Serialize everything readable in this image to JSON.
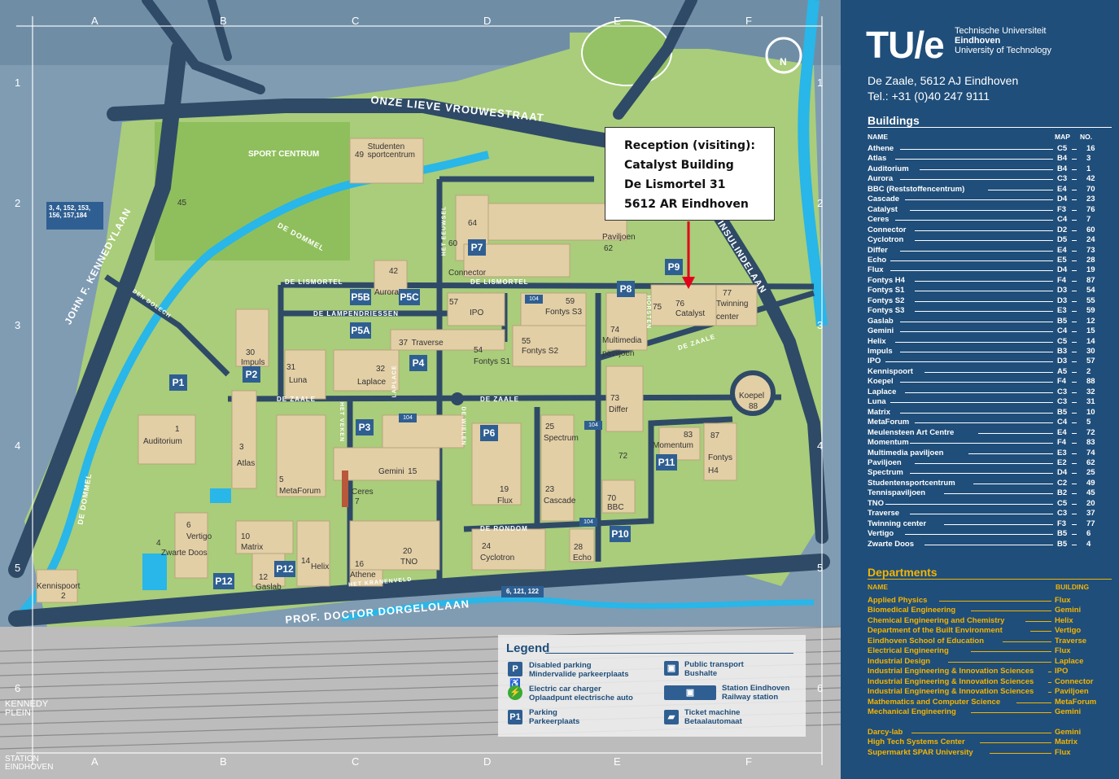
{
  "map": {
    "grid_letters": [
      "A",
      "B",
      "C",
      "D",
      "E",
      "F"
    ],
    "grid_numbers": [
      "1",
      "2",
      "3",
      "4",
      "5",
      "6"
    ],
    "north": "N",
    "streets": {
      "onze": "ONZE LIEVE VROUWESTRAAT",
      "kennedy": "JOHN F. KENNEDYLAAN",
      "dorgelo": "PROF. DOCTOR DORGELOLAAN",
      "insulinde": "INSULINDELAAN",
      "dommel1": "DE DOMMEL",
      "dommel2": "DE DOMMEL",
      "lismortel1": "DE LISMORTEL",
      "lismortel2": "DE LISMORTEL",
      "lampendriessen": "DE LAMPENDRIESSEN",
      "zaale1": "DE ZAALE",
      "zaale2": "DE ZAALE",
      "zaale3": "DE ZAALE",
      "rondom": "DE RONDOM",
      "dolech": "DEN DOLECH",
      "kranenveld": "HET KRANENVELD",
      "horsten": "HORSTEN",
      "eeuwsel": "HET EEUWSEL",
      "wielen": "DE WIELEN",
      "veken": "HET VEKEN",
      "laplace_st": "LAPLACE"
    },
    "sport": "SPORT CENTRUM",
    "kennedy_plein": "KENNEDY PLEIN",
    "station": "STATION EINDHOVEN",
    "bus_stops": {
      "left": "3, 4, 152, 153,",
      "left2": "156, 157,184",
      "bottom": "6, 121, 122",
      "s104a": "104",
      "s104b": "104",
      "s104c": "104",
      "s104d": "104"
    },
    "parkings": [
      "P1",
      "P2",
      "P3",
      "P4",
      "P5A",
      "P5B",
      "P5C",
      "P6",
      "P7",
      "P8",
      "P9",
      "P10",
      "P11",
      "P12",
      "P12"
    ],
    "buildings": [
      {
        "num": "49",
        "name": "Studenten sportcentrum"
      },
      {
        "num": "45",
        "name": ""
      },
      {
        "num": "64",
        "name": ""
      },
      {
        "num": "60",
        "name": "Connector"
      },
      {
        "num": "62",
        "name": "Paviljoen"
      },
      {
        "num": "42",
        "name": "Aurora"
      },
      {
        "num": "57",
        "name": "IPO"
      },
      {
        "num": "59",
        "name": "Fontys S3"
      },
      {
        "num": "30",
        "name": "Impuls"
      },
      {
        "num": "31",
        "name": "Luna"
      },
      {
        "num": "32",
        "name": "Laplace"
      },
      {
        "num": "37",
        "name": "Traverse"
      },
      {
        "num": "54",
        "name": "Fontys S1"
      },
      {
        "num": "55",
        "name": "Fontys S2"
      },
      {
        "num": "74",
        "name": "Multimedia paviljoen"
      },
      {
        "num": "75",
        "name": ""
      },
      {
        "num": "76",
        "name": "Catalyst"
      },
      {
        "num": "77",
        "name": "Twinning center"
      },
      {
        "num": "73",
        "name": "Differ"
      },
      {
        "num": "88",
        "name": "Koepel"
      },
      {
        "num": "83",
        "name": "Momentum"
      },
      {
        "num": "87",
        "name": "Fontys H4"
      },
      {
        "num": "1",
        "name": "Auditorium"
      },
      {
        "num": "3",
        "name": "Atlas"
      },
      {
        "num": "5",
        "name": "MetaForum"
      },
      {
        "num": "7",
        "name": "Ceres"
      },
      {
        "num": "15",
        "name": "Gemini"
      },
      {
        "num": "19",
        "name": "Flux"
      },
      {
        "num": "25",
        "name": "Spectrum"
      },
      {
        "num": "23",
        "name": "Cascade"
      },
      {
        "num": "72",
        "name": ""
      },
      {
        "num": "70",
        "name": "BBC"
      },
      {
        "num": "6",
        "name": "Vertigo"
      },
      {
        "num": "4",
        "name": "Zwarte Doos"
      },
      {
        "num": "10",
        "name": "Matrix"
      },
      {
        "num": "12",
        "name": "Gaslab"
      },
      {
        "num": "14",
        "name": "Helix"
      },
      {
        "num": "16",
        "name": "Athene"
      },
      {
        "num": "20",
        "name": "TNO"
      },
      {
        "num": "24",
        "name": "Cyclotron"
      },
      {
        "num": "28",
        "name": "Echo"
      },
      {
        "num": "2",
        "name": "Kennispoort"
      }
    ]
  },
  "reception": {
    "line1": "Reception (visiting):",
    "line2": "Catalyst Building",
    "line3": "De Lismortel 31",
    "line4": "5612 AR Eindhoven"
  },
  "legend": {
    "title": "Legend",
    "items": [
      {
        "icon": "P♿",
        "l1": "Disabled parking",
        "l2": "Mindervalide parkeerplaats"
      },
      {
        "icon": "⚡",
        "l1": "Electric car charger",
        "l2": "Oplaadpunt electrische auto"
      },
      {
        "icon": "P1",
        "l1": "Parking",
        "l2": "Parkeerplaats"
      },
      {
        "icon": "▣",
        "l1": "Public transport",
        "l2": "Bushalte"
      },
      {
        "icon": "▣",
        "l1": "Station Eindhoven",
        "l2": "Railway station"
      },
      {
        "icon": "▰",
        "l1": "Ticket machine",
        "l2": "Betaalautomaat"
      }
    ]
  },
  "sidebar": {
    "logo": "TU/e",
    "uni1": "Technische Universiteit",
    "uni2": "Eindhoven",
    "uni3": "University of Technology",
    "address": "De Zaale, 5612 AJ Eindhoven",
    "phone": "Tel.: +31 (0)40 247 9111",
    "buildings_title": "Buildings",
    "col_name": "NAME",
    "col_map": "MAP",
    "col_no": "NO.",
    "buildings": [
      [
        "Athene",
        "C5",
        "16"
      ],
      [
        "Atlas",
        "B4",
        "3"
      ],
      [
        "Auditorium",
        "B4",
        "1"
      ],
      [
        "Aurora",
        "C3",
        "42"
      ],
      [
        "BBC (Reststoffencentrum)",
        "E4",
        "70"
      ],
      [
        "Cascade",
        "D4",
        "23"
      ],
      [
        "Catalyst",
        "F3",
        "76"
      ],
      [
        "Ceres",
        "C4",
        "7"
      ],
      [
        "Connector",
        "D2",
        "60"
      ],
      [
        "Cyclotron",
        "D5",
        "24"
      ],
      [
        "Differ",
        "E4",
        "73"
      ],
      [
        "Echo",
        "E5",
        "28"
      ],
      [
        "Flux",
        "D4",
        "19"
      ],
      [
        "Fontys H4",
        "F4",
        "87"
      ],
      [
        "Fontys S1",
        "D3",
        "54"
      ],
      [
        "Fontys S2",
        "D3",
        "55"
      ],
      [
        "Fontys S3",
        "E3",
        "59"
      ],
      [
        "Gaslab",
        "B5",
        "12"
      ],
      [
        "Gemini",
        "C4",
        "15"
      ],
      [
        "Helix",
        "C5",
        "14"
      ],
      [
        "Impuls",
        "B3",
        "30"
      ],
      [
        "IPO",
        "D3",
        "57"
      ],
      [
        "Kennispoort",
        "A5",
        "2"
      ],
      [
        "Koepel",
        "F4",
        "88"
      ],
      [
        "Laplace",
        "C3",
        "32"
      ],
      [
        "Luna",
        "C3",
        "31"
      ],
      [
        "Matrix",
        "B5",
        "10"
      ],
      [
        "MetaForum",
        "C4",
        "5"
      ],
      [
        "Meulenstеen Art Centre",
        "E4",
        "72"
      ],
      [
        "Momentum",
        "F4",
        "83"
      ],
      [
        "Multimedia paviljoen",
        "E3",
        "74"
      ],
      [
        "Paviljoen",
        "E2",
        "62"
      ],
      [
        "Spectrum",
        "D4",
        "25"
      ],
      [
        "Studentensportcentrum",
        "C2",
        "49"
      ],
      [
        "Tennispaviljoen",
        "B2",
        "45"
      ],
      [
        "TNO",
        "C5",
        "20"
      ],
      [
        "Traverse",
        "C3",
        "37"
      ],
      [
        "Twinning center",
        "F3",
        "77"
      ],
      [
        "Vertigo",
        "B5",
        "6"
      ],
      [
        "Zwarte Doos",
        "B5",
        "4"
      ]
    ],
    "departments_title": "Departments",
    "col_building": "BUILDING",
    "departments": [
      [
        "Applied Physics",
        "Flux"
      ],
      [
        "Biomedical Engineering",
        "Gemini"
      ],
      [
        "Chemical Engineering and Chemistry",
        "Helix"
      ],
      [
        "Department of the Built Environment",
        "Vertigo"
      ],
      [
        "Eindhoven School of Education",
        "Traverse"
      ],
      [
        "Electrical Engineering",
        "Flux"
      ],
      [
        "Industrial Design",
        "Laplace"
      ],
      [
        "Industrial Engineering & Innovation Sciences",
        "IPO"
      ],
      [
        "Industrial Engineering & Innovation Sciences",
        "Connector"
      ],
      [
        "Industrial Engineering & Innovation Sciences",
        "Paviljoen"
      ],
      [
        "Mathematics and Computer Science",
        "MetaForum"
      ],
      [
        "Mechanical Engineering",
        "Gemini"
      ]
    ],
    "others": [
      [
        "Darcy-lab",
        "Gemini"
      ],
      [
        "High Tech Systems Center",
        "Matrix"
      ],
      [
        "Supermarkt SPAR University",
        "Flux"
      ]
    ]
  },
  "colors": {
    "grass": "#a9cd7a",
    "road": "#2f4a66",
    "water": "#29b6e8",
    "building": "#e3cfa6",
    "sidebar": "#1f4e7a",
    "parking": "#2f5f92",
    "department": "#f5b400"
  }
}
